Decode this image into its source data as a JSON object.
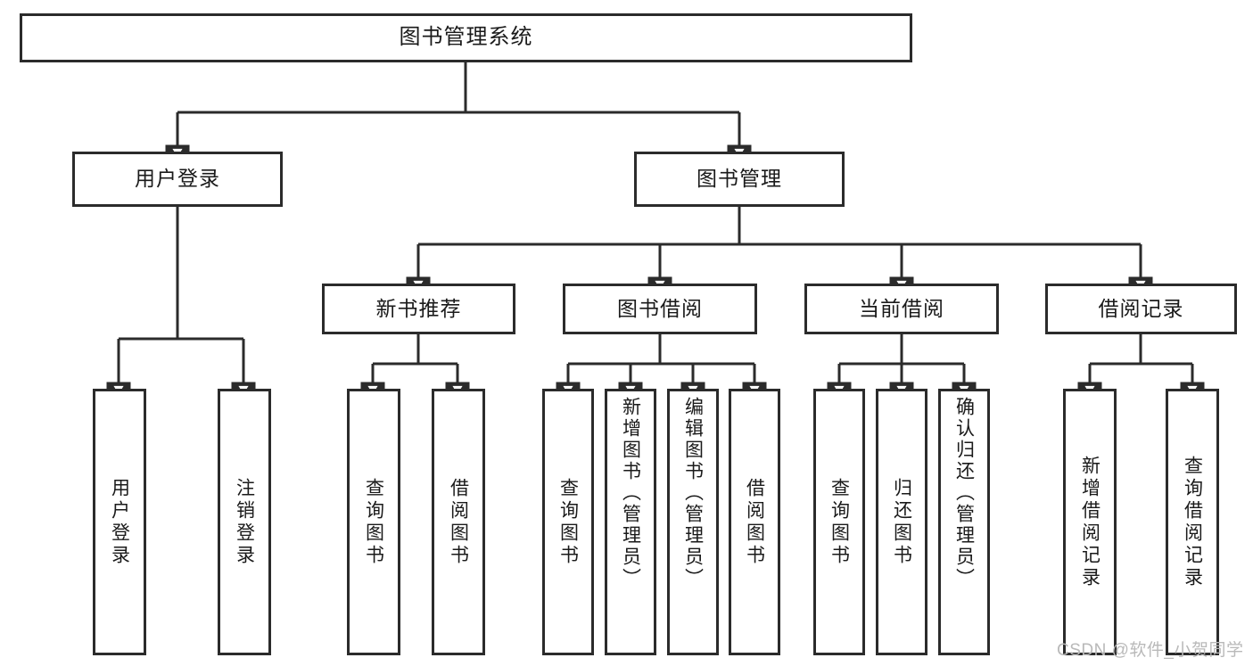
{
  "diagram": {
    "title": "图书管理系统",
    "type": "功能结构图",
    "root": {
      "id": "root",
      "label": "图书管理系统"
    },
    "level2": [
      {
        "id": "user-login",
        "label": "用户登录"
      },
      {
        "id": "book-management",
        "label": "图书管理"
      }
    ],
    "level3": [
      {
        "id": "new-book-recommend",
        "label": "新书推荐",
        "parent": "book-management"
      },
      {
        "id": "book-borrow",
        "label": "图书借阅",
        "parent": "book-management"
      },
      {
        "id": "current-borrow",
        "label": "当前借阅",
        "parent": "book-management"
      },
      {
        "id": "borrow-record",
        "label": "借阅记录",
        "parent": "book-management"
      }
    ],
    "leaves": [
      {
        "id": "leaf-user-login",
        "label": "用户登录",
        "parent": "user-login"
      },
      {
        "id": "leaf-logout",
        "label": "注销登录",
        "parent": "user-login"
      },
      {
        "id": "leaf-query-book-1",
        "label": "查询图书",
        "parent": "new-book-recommend"
      },
      {
        "id": "leaf-borrow-book-1",
        "label": "借阅图书",
        "parent": "new-book-recommend"
      },
      {
        "id": "leaf-query-book-2",
        "label": "查询图书",
        "parent": "book-borrow"
      },
      {
        "id": "leaf-add-book",
        "label": "新增图书（管理员）",
        "parent": "book-borrow"
      },
      {
        "id": "leaf-edit-book",
        "label": "编辑图书（管理员）",
        "parent": "book-borrow"
      },
      {
        "id": "leaf-borrow-book-2",
        "label": "借阅图书",
        "parent": "book-borrow"
      },
      {
        "id": "leaf-query-book-3",
        "label": "查询图书",
        "parent": "current-borrow"
      },
      {
        "id": "leaf-return-book",
        "label": "归还图书",
        "parent": "current-borrow"
      },
      {
        "id": "leaf-confirm-return",
        "label": "确认归还（管理员）",
        "parent": "current-borrow"
      },
      {
        "id": "leaf-add-record",
        "label": "新增借阅记录",
        "parent": "borrow-record"
      },
      {
        "id": "leaf-query-record",
        "label": "查询借阅记录",
        "parent": "borrow-record"
      }
    ],
    "watermark": "CSDN @软件_小贺同学",
    "colors": {
      "stroke": "#2b2b2b",
      "fill": "#ffffff",
      "text": "#1a1a1a",
      "watermark": "#b9b9b9"
    }
  }
}
